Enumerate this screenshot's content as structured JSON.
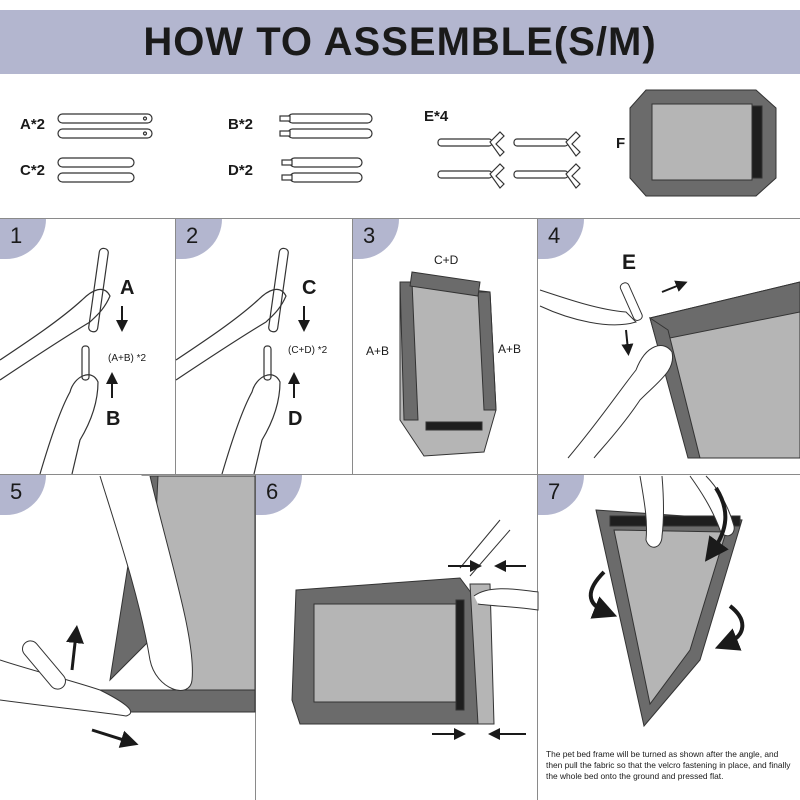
{
  "title": "HOW TO ASSEMBLE(S/M)",
  "parts": {
    "a": "A*2",
    "b": "B*2",
    "c": "C*2",
    "d": "D*2",
    "e": "E*4",
    "f": "F"
  },
  "steps": {
    "s1": {
      "num": "1",
      "top": "A",
      "bottom": "B",
      "combo": "(A+B) *2"
    },
    "s2": {
      "num": "2",
      "top": "C",
      "bottom": "D",
      "combo": "(C+D) *2"
    },
    "s3": {
      "num": "3",
      "top": "C+D",
      "left": "A+B",
      "right": "A+B"
    },
    "s4": {
      "num": "4",
      "label": "E"
    },
    "s5": {
      "num": "5"
    },
    "s6": {
      "num": "6"
    },
    "s7": {
      "num": "7",
      "note": "The pet bed frame will be turned as shown after the angle, and then pull the fabric so that the velcro fastening in place, and finally the whole bed onto the ground and pressed flat."
    }
  },
  "colors": {
    "accent": "#b3b6cf",
    "fabric_dark": "#6b6b6b",
    "fabric_light": "#b5b5b5"
  }
}
